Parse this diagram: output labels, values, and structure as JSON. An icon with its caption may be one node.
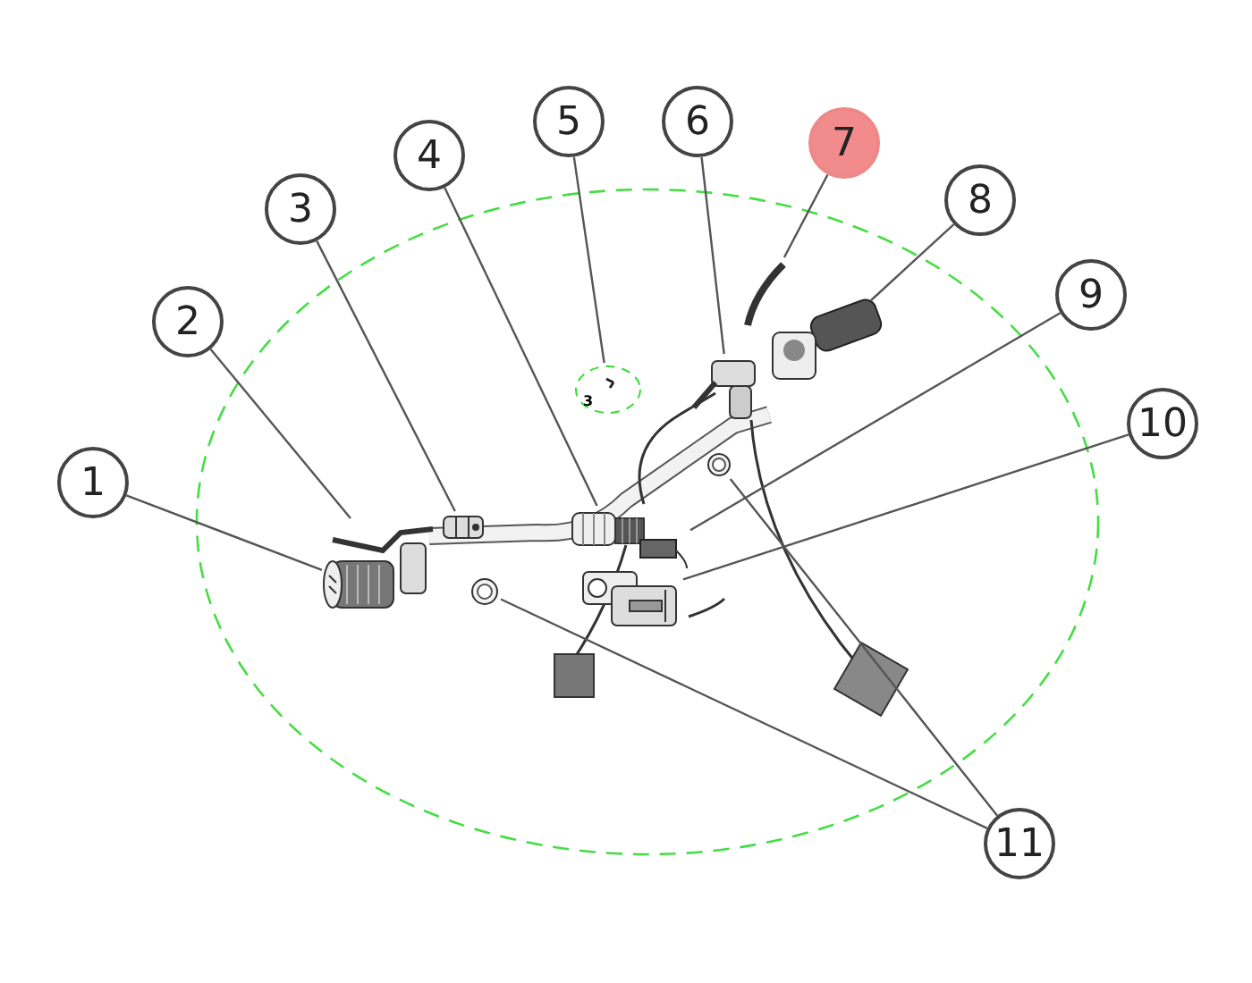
{
  "diagram": {
    "nodes": [
      {
        "text": [
          "1"
        ]
      },
      {
        "text": [
          "2"
        ]
      },
      {
        "text": [
          "3"
        ]
      },
      {
        "text": [
          "4"
        ]
      },
      {
        "text": [
          "5"
        ]
      },
      {
        "text": [
          "6"
        ]
      },
      {
        "text": [
          "7"
        ]
      },
      {
        "text": [
          "8"
        ]
      },
      {
        "text": [
          "9"
        ]
      },
      {
        "text": [
          "10"
        ]
      },
      {
        "text": [
          "11"
        ]
      },
      {
        "text": [],
        "shape": "picture"
      },
      {
        "text": [],
        "shape": "picture"
      },
      {
        "text": [],
        "shape": "picture"
      },
      {
        "text": [],
        "shape": "picture"
      },
      {
        "text": [],
        "shape": "picture"
      },
      {
        "text": [],
        "shape": "picture"
      },
      {
        "text": [],
        "shape": "picture"
      },
      {
        "text": [],
        "shape": "picture"
      },
      {
        "text": [],
        "shape": "picture"
      },
      {
        "text": [],
        "shape": "picture"
      },
      {
        "text": [],
        "shape": "picture"
      },
      {
        "text": [],
        "shape": "picture"
      }
    ],
    "edges": [
      {
        "from": 0,
        "to": 11,
        "arrow": "none"
      },
      {
        "from": 1,
        "to": 12,
        "arrow": "none"
      },
      {
        "from": 2,
        "to": 13,
        "arrow": "none"
      },
      {
        "from": 3,
        "to": 14,
        "arrow": "none"
      },
      {
        "from": 4,
        "to": 15,
        "arrow": "none"
      },
      {
        "from": 5,
        "to": 16,
        "arrow": "none"
      },
      {
        "from": 6,
        "to": 17,
        "arrow": "none"
      },
      {
        "from": 7,
        "to": 18,
        "arrow": "none"
      },
      {
        "from": 8,
        "to": 19,
        "arrow": "none"
      },
      {
        "from": 9,
        "to": 20,
        "arrow": "none"
      },
      {
        "from": 10,
        "to": 21,
        "arrow": "none"
      },
      {
        "from": 10,
        "to": 22,
        "arrow": "none"
      }
    ],
    "labels": [
      "3"
    ]
  }
}
